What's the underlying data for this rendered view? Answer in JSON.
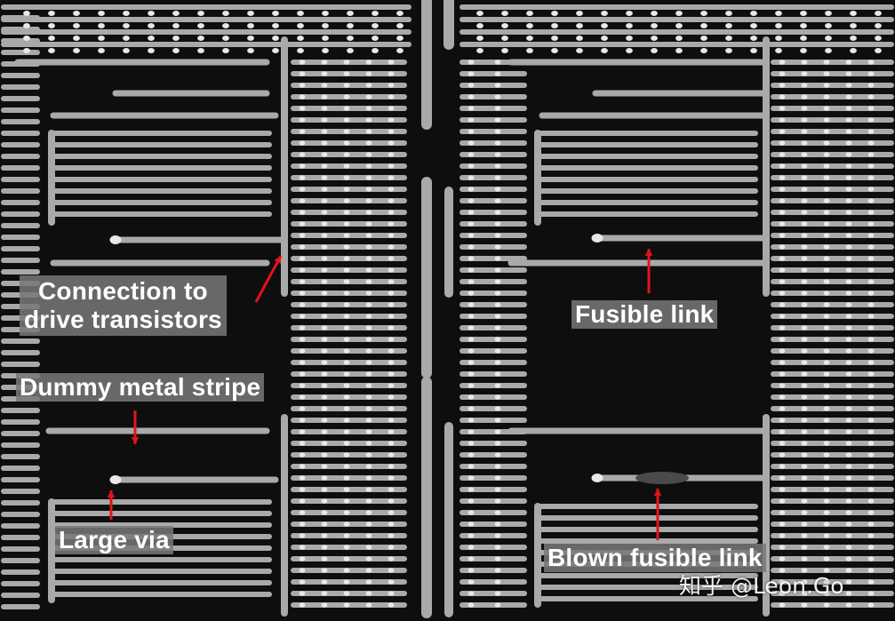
{
  "image": {
    "description_free": true,
    "background": "#101010",
    "metal": "#a9a9a9",
    "via": "#e8e8e8",
    "arrow": "#e0151b"
  },
  "labels": {
    "connection_line1": "Connection to",
    "connection_line2": "drive transistors",
    "dummy_metal": "Dummy metal stripe",
    "large_via": "Large via",
    "fusible_link": "Fusible link",
    "blown_fusible_link": "Blown fusible link"
  },
  "watermark": {
    "text": "知乎 @Leon.Go"
  }
}
